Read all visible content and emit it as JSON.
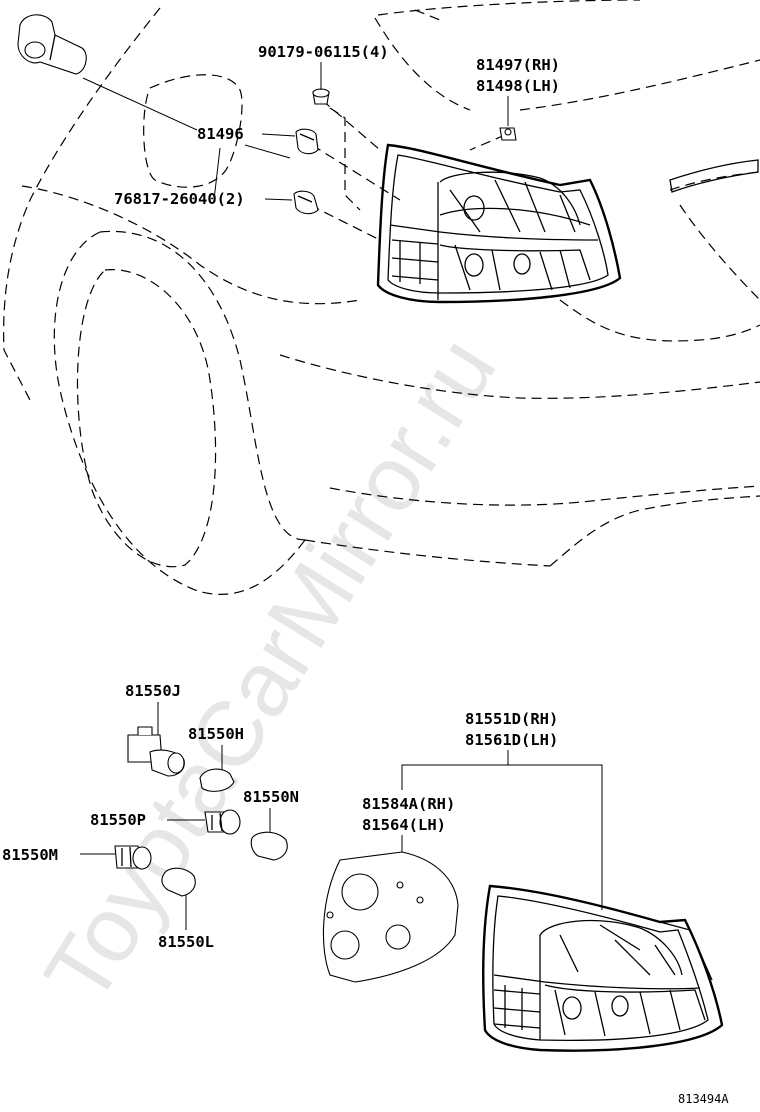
{
  "watermark": "ToyotaCarMirror.ru",
  "figure_code": "813494A",
  "labels": {
    "screw_90179": "90179-06115(4)",
    "nut_rh": "81497(RH)",
    "nut_lh": "81498(LH)",
    "gasket_81496": "81496",
    "clip_76817": "76817-26040(2)",
    "bulb_81550J": "81550J",
    "bulb_81550H": "81550H",
    "bulb_81550N": "81550N",
    "bulb_81550P": "81550P",
    "bulb_81550M": "81550M",
    "bulb_81550L": "81550L",
    "lens_rh": "81551D(RH)",
    "lens_lh": "81561D(LH)",
    "gasket_rh": "81584A(RH)",
    "gasket_lh": "81564(LH)"
  }
}
